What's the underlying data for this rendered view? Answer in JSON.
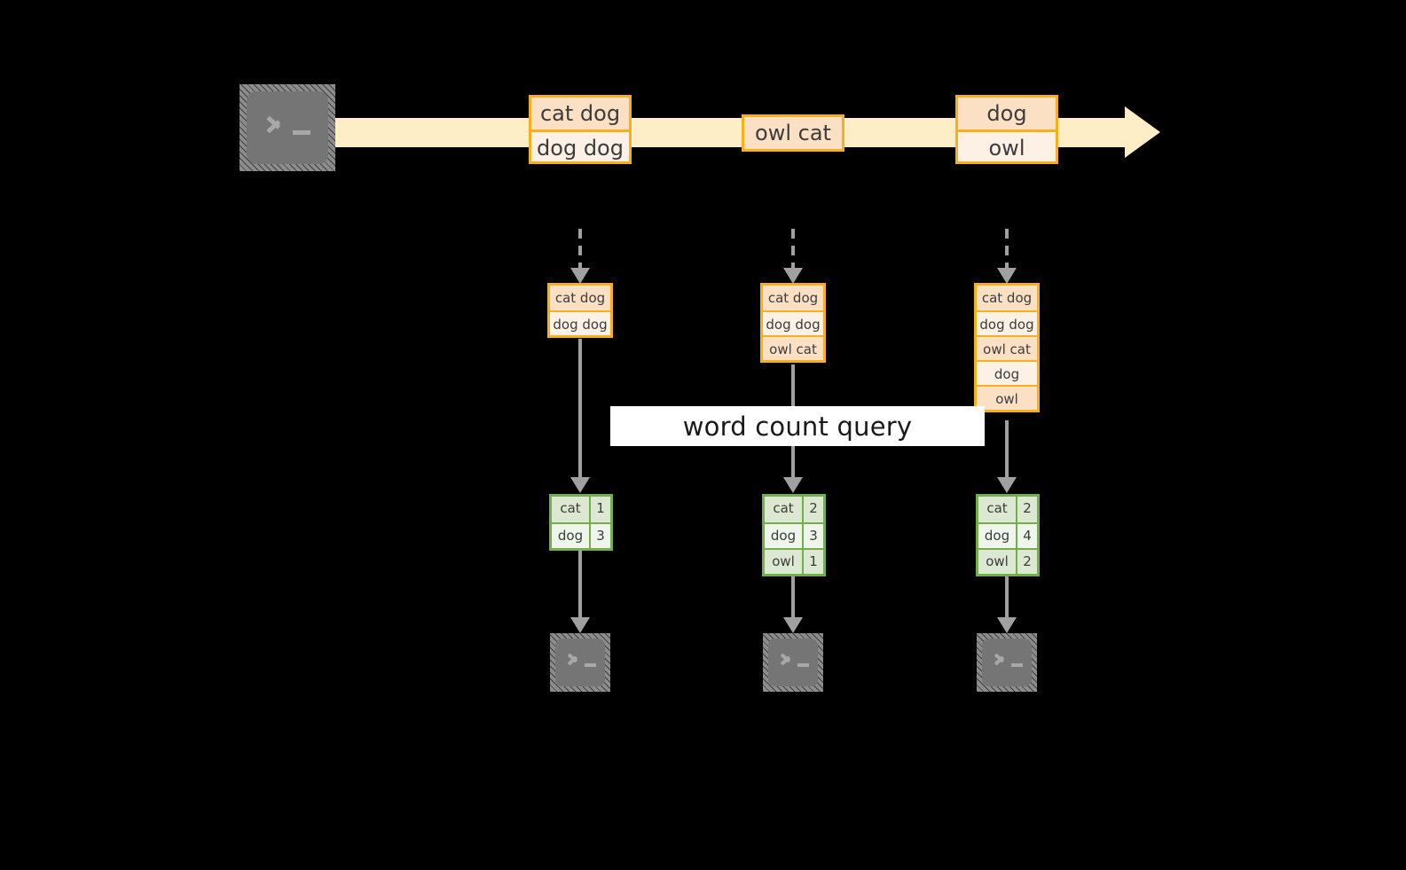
{
  "diagram": {
    "stream": {
      "source_icon": "terminal-icon",
      "arrow_direction": "right",
      "band_color": "#fdeec8",
      "border_color": "#f6b01e",
      "messages": [
        {
          "id": "m1",
          "lines": [
            "cat dog",
            "dog dog"
          ]
        },
        {
          "id": "m2",
          "lines": [
            "owl cat"
          ]
        },
        {
          "id": "m3",
          "lines": [
            "dog",
            "owl"
          ]
        }
      ]
    },
    "query_label": "word count query",
    "columns": [
      {
        "id": "col1",
        "accumulated": [
          "cat dog",
          "dog dog"
        ],
        "result": {
          "rows": [
            {
              "word": "cat",
              "count": "1"
            },
            {
              "word": "dog",
              "count": "3"
            }
          ]
        },
        "sink_icon": "terminal-icon"
      },
      {
        "id": "col2",
        "accumulated": [
          "cat dog",
          "dog dog",
          "owl cat"
        ],
        "result": {
          "rows": [
            {
              "word": "cat",
              "count": "2"
            },
            {
              "word": "dog",
              "count": "3"
            },
            {
              "word": "owl",
              "count": "1"
            }
          ]
        },
        "sink_icon": "terminal-icon"
      },
      {
        "id": "col3",
        "accumulated": [
          "cat dog",
          "dog dog",
          "owl cat",
          "dog",
          "owl"
        ],
        "result": {
          "rows": [
            {
              "word": "cat",
              "count": "2"
            },
            {
              "word": "dog",
              "count": "4"
            },
            {
              "word": "owl",
              "count": "2"
            }
          ]
        },
        "sink_icon": "terminal-icon"
      }
    ],
    "colors": {
      "background": "#000000",
      "stream_band": "#fdeec8",
      "message_border": "#f6b01e",
      "message_fill_shade": "#fce0c4",
      "message_fill_light": "#fdf1e6",
      "table_border": "#74ad4c",
      "table_fill_even": "#dde8d2",
      "table_fill_odd": "#f0f5ec",
      "arrow": "#a0a0a0",
      "terminal": "#757575",
      "query_band": "#ffffff"
    }
  }
}
